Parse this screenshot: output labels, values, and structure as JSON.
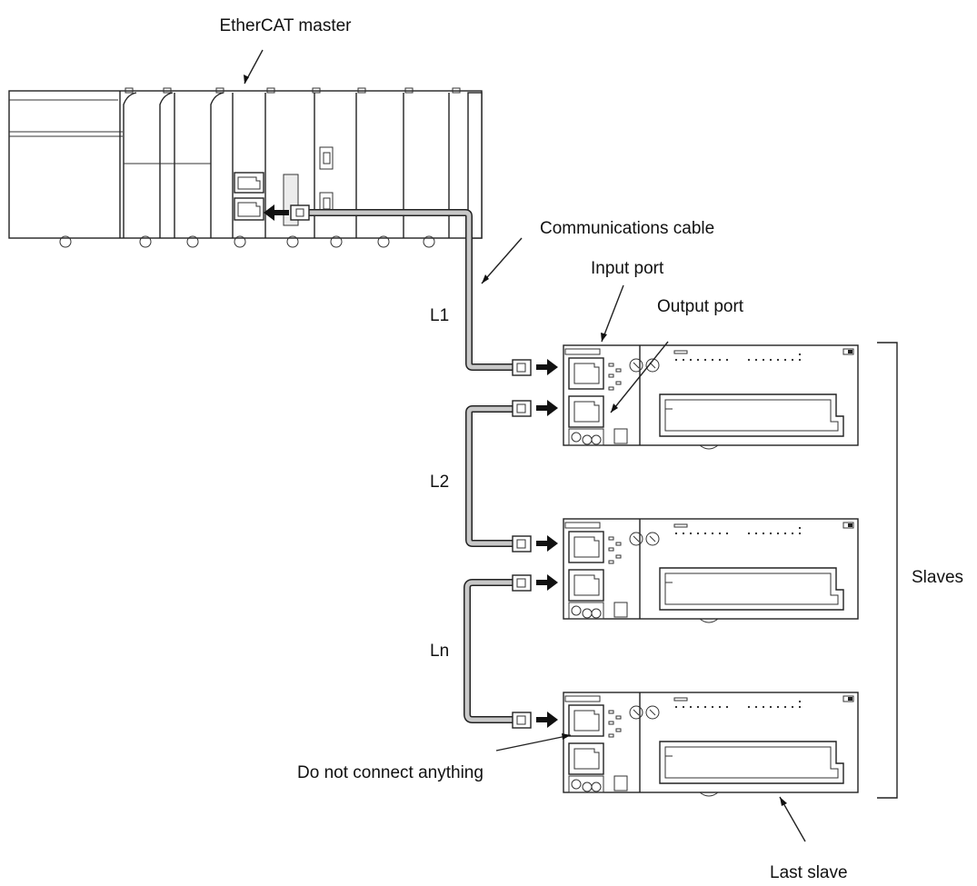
{
  "labels": {
    "master": "EtherCAT master",
    "cable": "Communications cable",
    "input_port": "Input port",
    "output_port": "Output port",
    "l1": "L1",
    "l2": "L2",
    "ln": "Ln",
    "slaves": "Slaves",
    "no_connect": "Do not connect anything",
    "last_slave": "Last slave"
  }
}
